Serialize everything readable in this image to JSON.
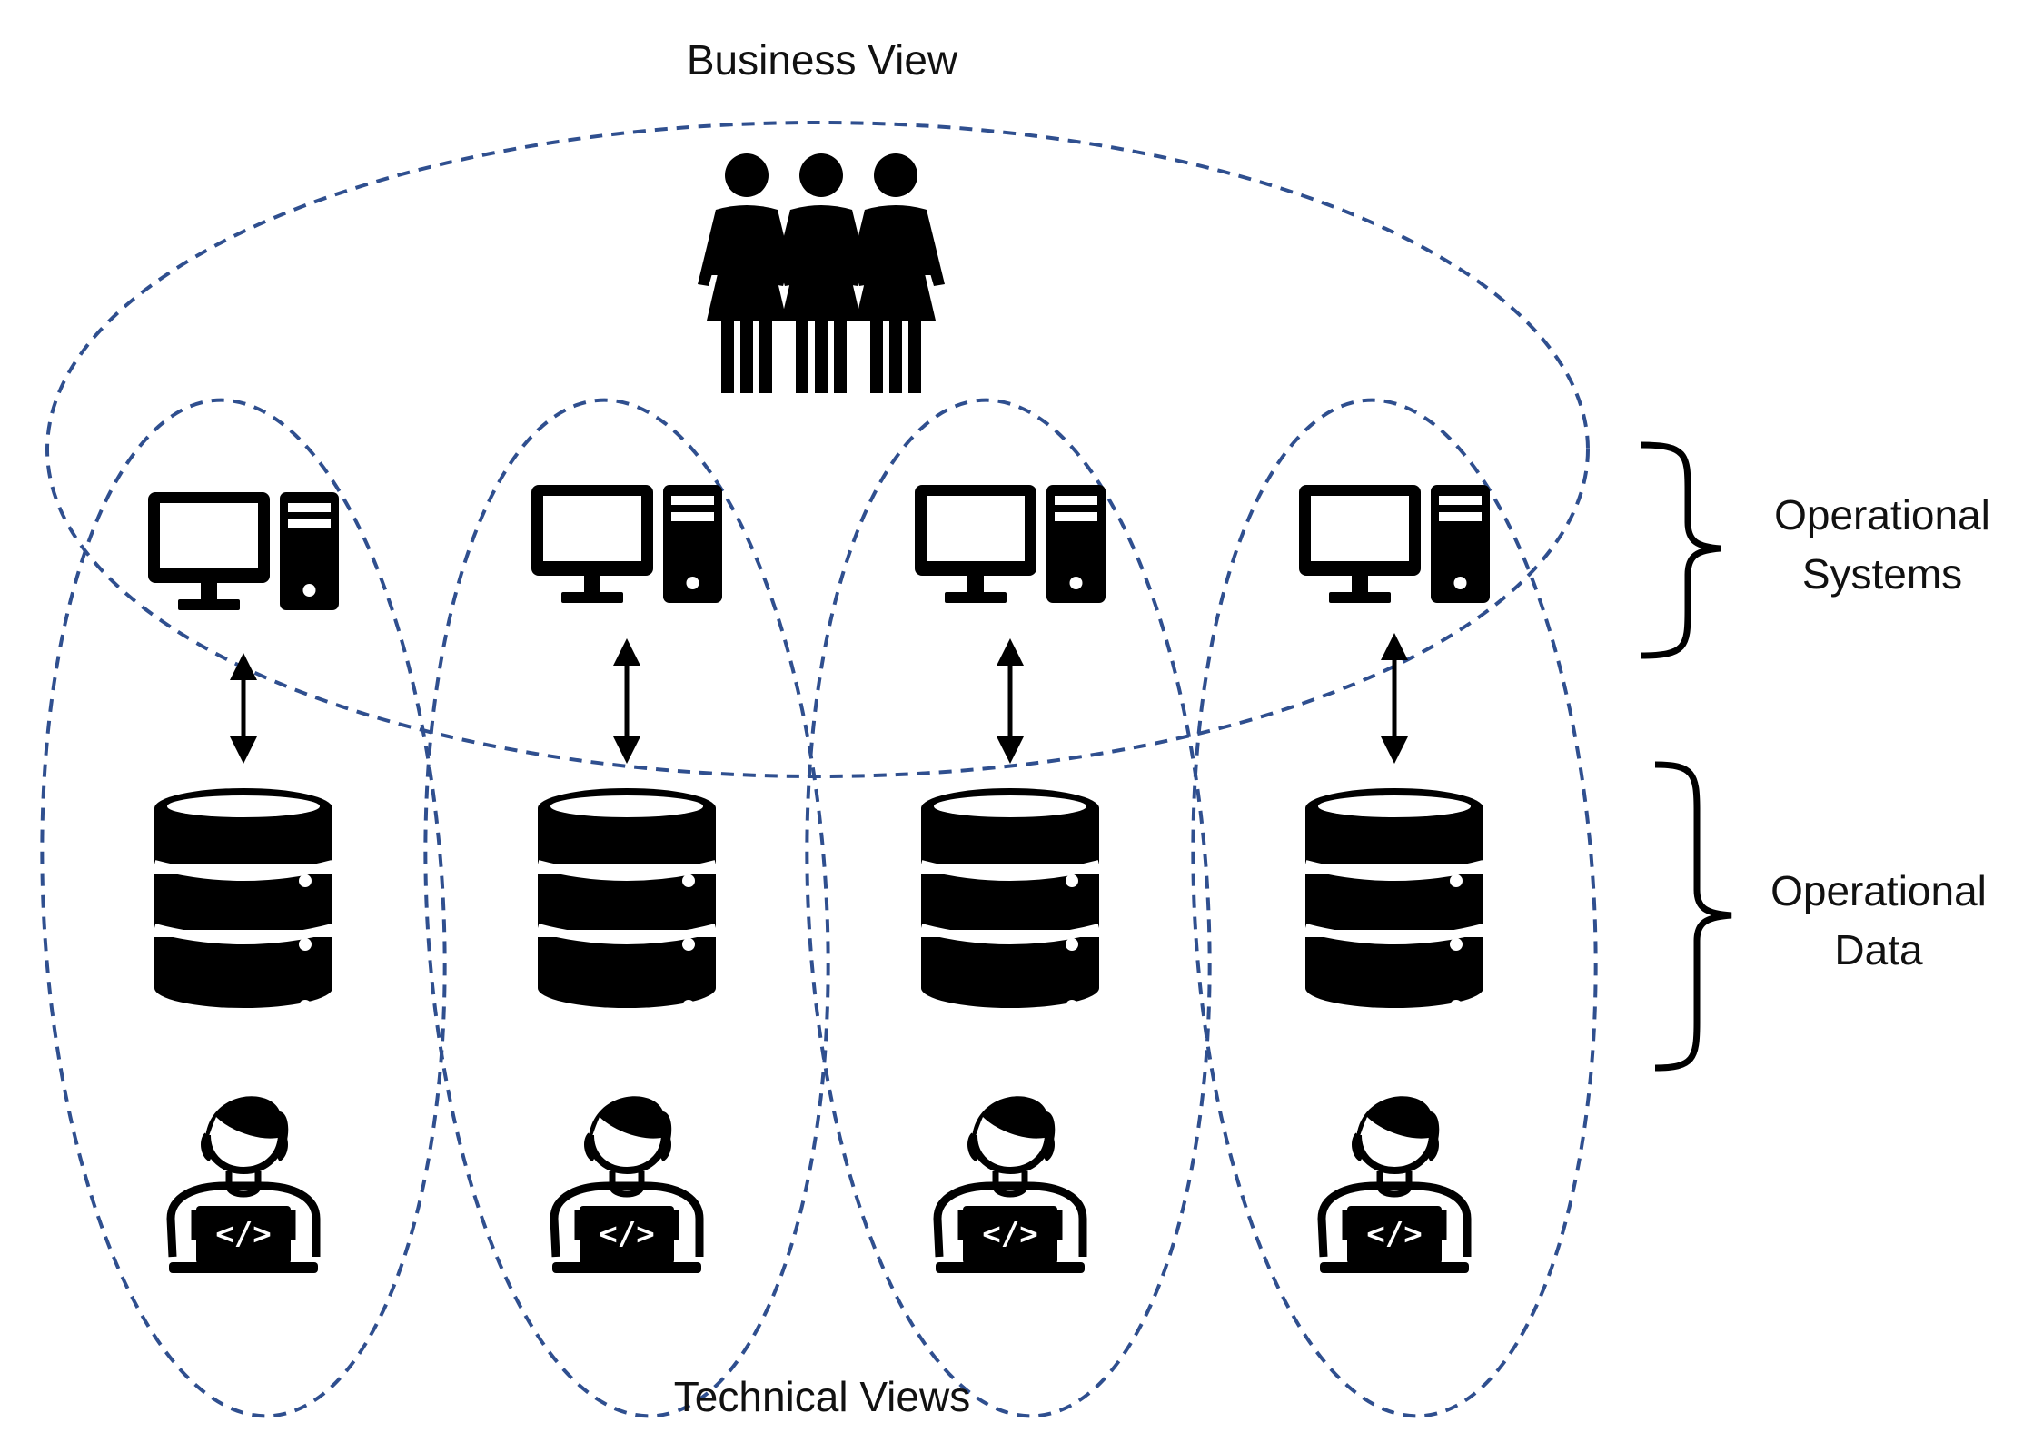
{
  "labels": {
    "business_view": "Business View",
    "technical_views": "Technical Views",
    "operational_systems_line1": "Operational",
    "operational_systems_line2": "Systems",
    "operational_data_line1": "Operational",
    "operational_data_line2": "Data"
  },
  "columns": [
    {
      "computer_icon": "desktop-computer-icon",
      "database_icon": "database-icon",
      "developer_icon": "developer-laptop-icon"
    },
    {
      "computer_icon": "desktop-computer-icon",
      "database_icon": "database-icon",
      "developer_icon": "developer-laptop-icon"
    },
    {
      "computer_icon": "desktop-computer-icon",
      "database_icon": "database-icon",
      "developer_icon": "developer-laptop-icon"
    },
    {
      "computer_icon": "desktop-computer-icon",
      "database_icon": "database-icon",
      "developer_icon": "developer-laptop-icon"
    }
  ],
  "business_group_icon": "business-people-group-icon",
  "colors": {
    "dashed_outline": "#2f4f8f",
    "icon_fill": "#000000",
    "background": "#ffffff"
  }
}
